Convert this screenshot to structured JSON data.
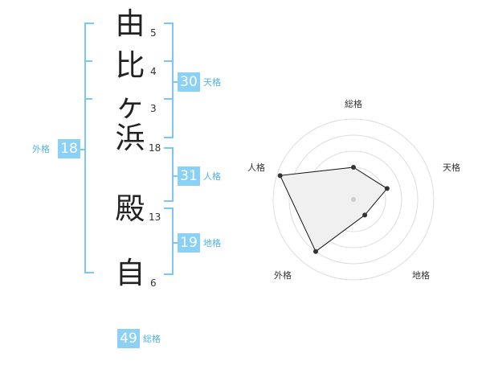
{
  "name": {
    "chars": [
      "由",
      "比",
      "ヶ",
      "浜",
      "殿",
      "自"
    ],
    "strokes": [
      "5",
      "4",
      "3",
      "18",
      "13",
      "6"
    ]
  },
  "kakusuu": {
    "tenkaku": {
      "value": "30",
      "label": "天格"
    },
    "jinkaku": {
      "value": "31",
      "label": "人格"
    },
    "chikaku": {
      "value": "19",
      "label": "地格"
    },
    "gaikaku": {
      "value": "18",
      "label": "外格"
    },
    "soukaku": {
      "value": "49",
      "label": "総格"
    }
  },
  "radar": {
    "labels": [
      "総格",
      "天格",
      "地格",
      "外格",
      "人格"
    ],
    "values": [
      0.4,
      0.44,
      0.24,
      0.8,
      0.96
    ],
    "colors": {
      "grid": "#dddddd",
      "fill": "#f0f0f0",
      "line": "#111111"
    }
  },
  "colors": {
    "accent": "#8bd0f5",
    "bracket": "#7cc7f2"
  }
}
